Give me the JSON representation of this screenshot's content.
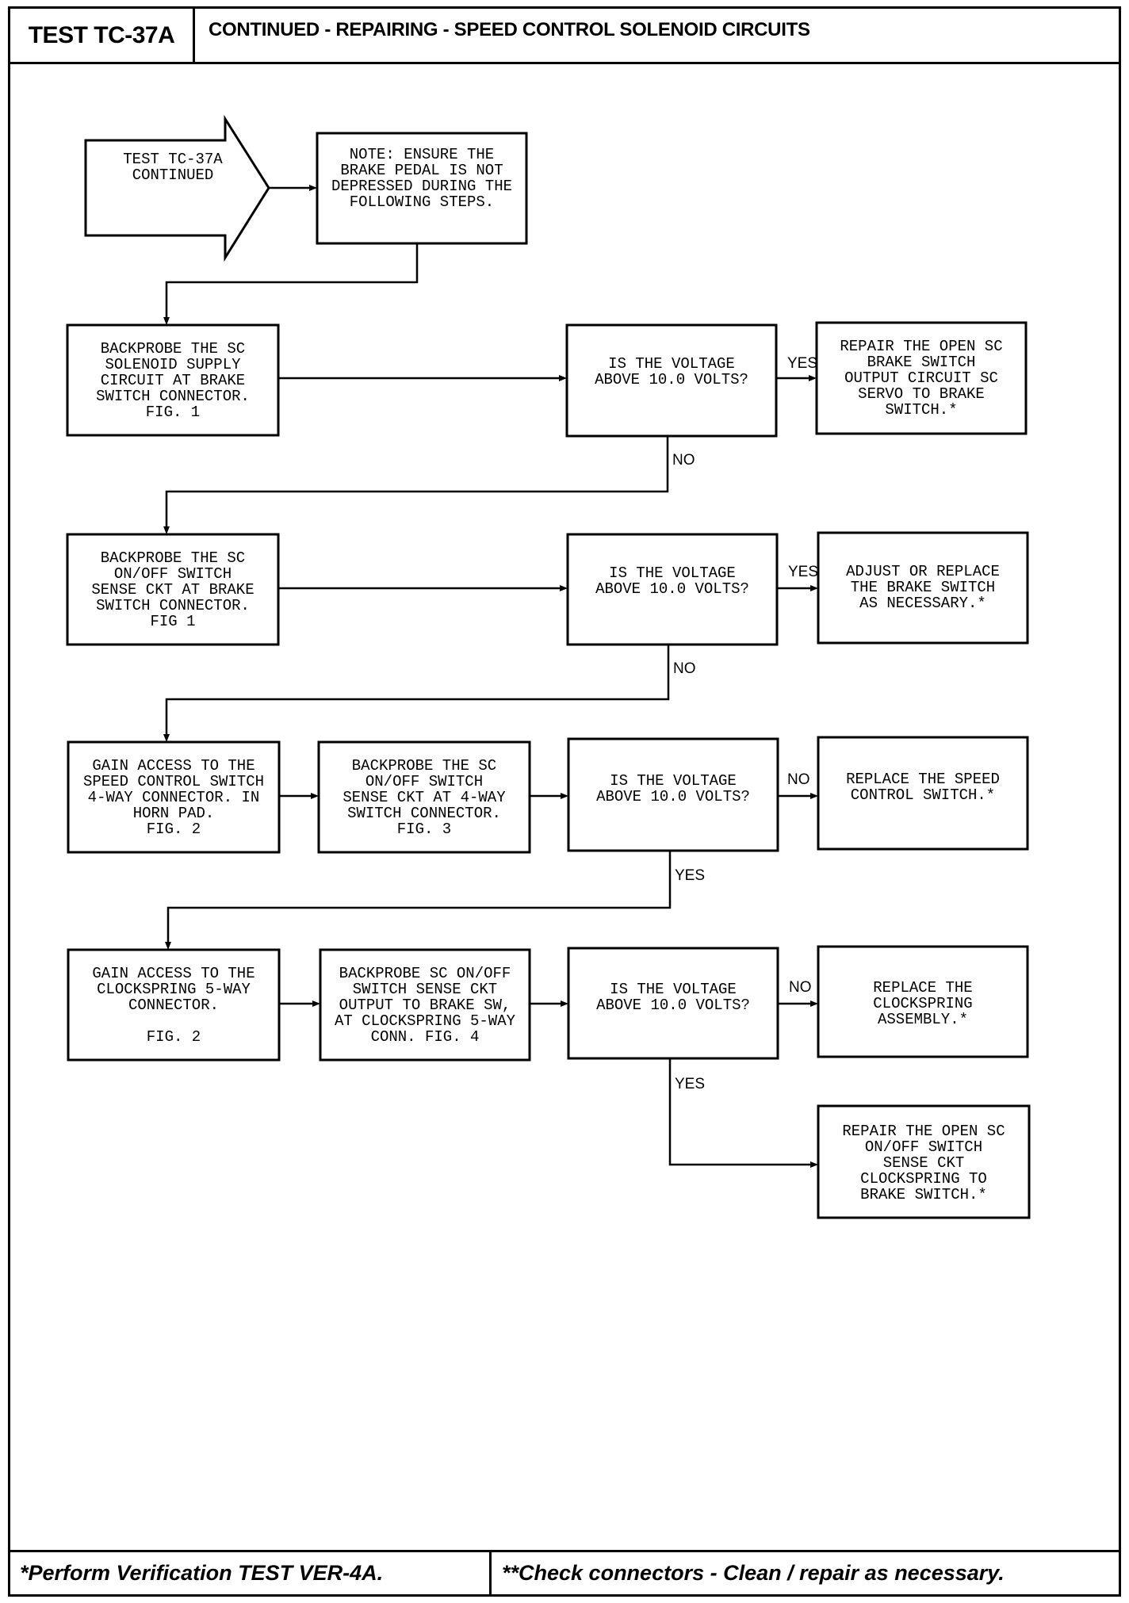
{
  "header": {
    "test_id": "TEST TC-37A",
    "title": "CONTINUED - REPAIRING - SPEED CONTROL SOLENOID CIRCUITS"
  },
  "footer": {
    "left": "*Perform Verification TEST VER-4A.",
    "right": "**Check connectors - Clean / repair as necessary."
  },
  "flow": {
    "start": [
      "TEST TC-37A",
      "CONTINUED"
    ],
    "note": [
      "NOTE: ENSURE THE",
      "BRAKE PEDAL IS NOT",
      "DEPRESSED DURING THE",
      "FOLLOWING STEPS."
    ],
    "step1": [
      "BACKPROBE THE SC",
      "SOLENOID SUPPLY",
      "CIRCUIT AT BRAKE",
      "SWITCH CONNECTOR.",
      "FIG. 1"
    ],
    "q1": [
      "IS THE VOLTAGE",
      "ABOVE 10.0 VOLTS?"
    ],
    "r1": [
      "REPAIR THE OPEN SC",
      "BRAKE SWITCH",
      "OUTPUT CIRCUIT SC",
      "SERVO TO BRAKE",
      "SWITCH.*"
    ],
    "step2": [
      "BACKPROBE THE SC",
      "ON/OFF SWITCH",
      "SENSE CKT AT BRAKE",
      "SWITCH CONNECTOR.",
      "FIG 1"
    ],
    "q2": [
      "IS THE VOLTAGE",
      "ABOVE 10.0 VOLTS?"
    ],
    "r2": [
      "ADJUST OR REPLACE",
      "THE BRAKE SWITCH",
      "AS NECESSARY.*"
    ],
    "step3a": [
      "GAIN ACCESS TO THE",
      "SPEED CONTROL SWITCH",
      "4-WAY CONNECTOR. IN",
      "HORN PAD.",
      "FIG. 2"
    ],
    "step3b": [
      "BACKPROBE THE SC",
      "ON/OFF SWITCH",
      "SENSE CKT AT 4-WAY",
      "SWITCH CONNECTOR.",
      "FIG. 3"
    ],
    "q3": [
      "IS THE VOLTAGE",
      "ABOVE 10.0 VOLTS?"
    ],
    "r3": [
      "REPLACE THE SPEED",
      "CONTROL SWITCH.*"
    ],
    "step4a": [
      "GAIN ACCESS TO THE",
      "CLOCKSPRING 5-WAY",
      "CONNECTOR.",
      "",
      "FIG. 2"
    ],
    "step4b": [
      "BACKPROBE SC ON/OFF",
      "SWITCH SENSE CKT",
      "OUTPUT TO BRAKE SW,",
      "AT CLOCKSPRING 5-WAY",
      "CONN. FIG. 4"
    ],
    "q4": [
      "IS THE VOLTAGE",
      "ABOVE 10.0 VOLTS?"
    ],
    "r4": [
      "REPLACE THE",
      "CLOCKSPRING",
      "ASSEMBLY.*"
    ],
    "r5": [
      "REPAIR THE OPEN SC",
      "ON/OFF SWITCH",
      "SENSE CKT",
      "CLOCKSPRING TO",
      "BRAKE SWITCH.*"
    ],
    "labels": {
      "yes": "YES",
      "no": "NO"
    }
  }
}
